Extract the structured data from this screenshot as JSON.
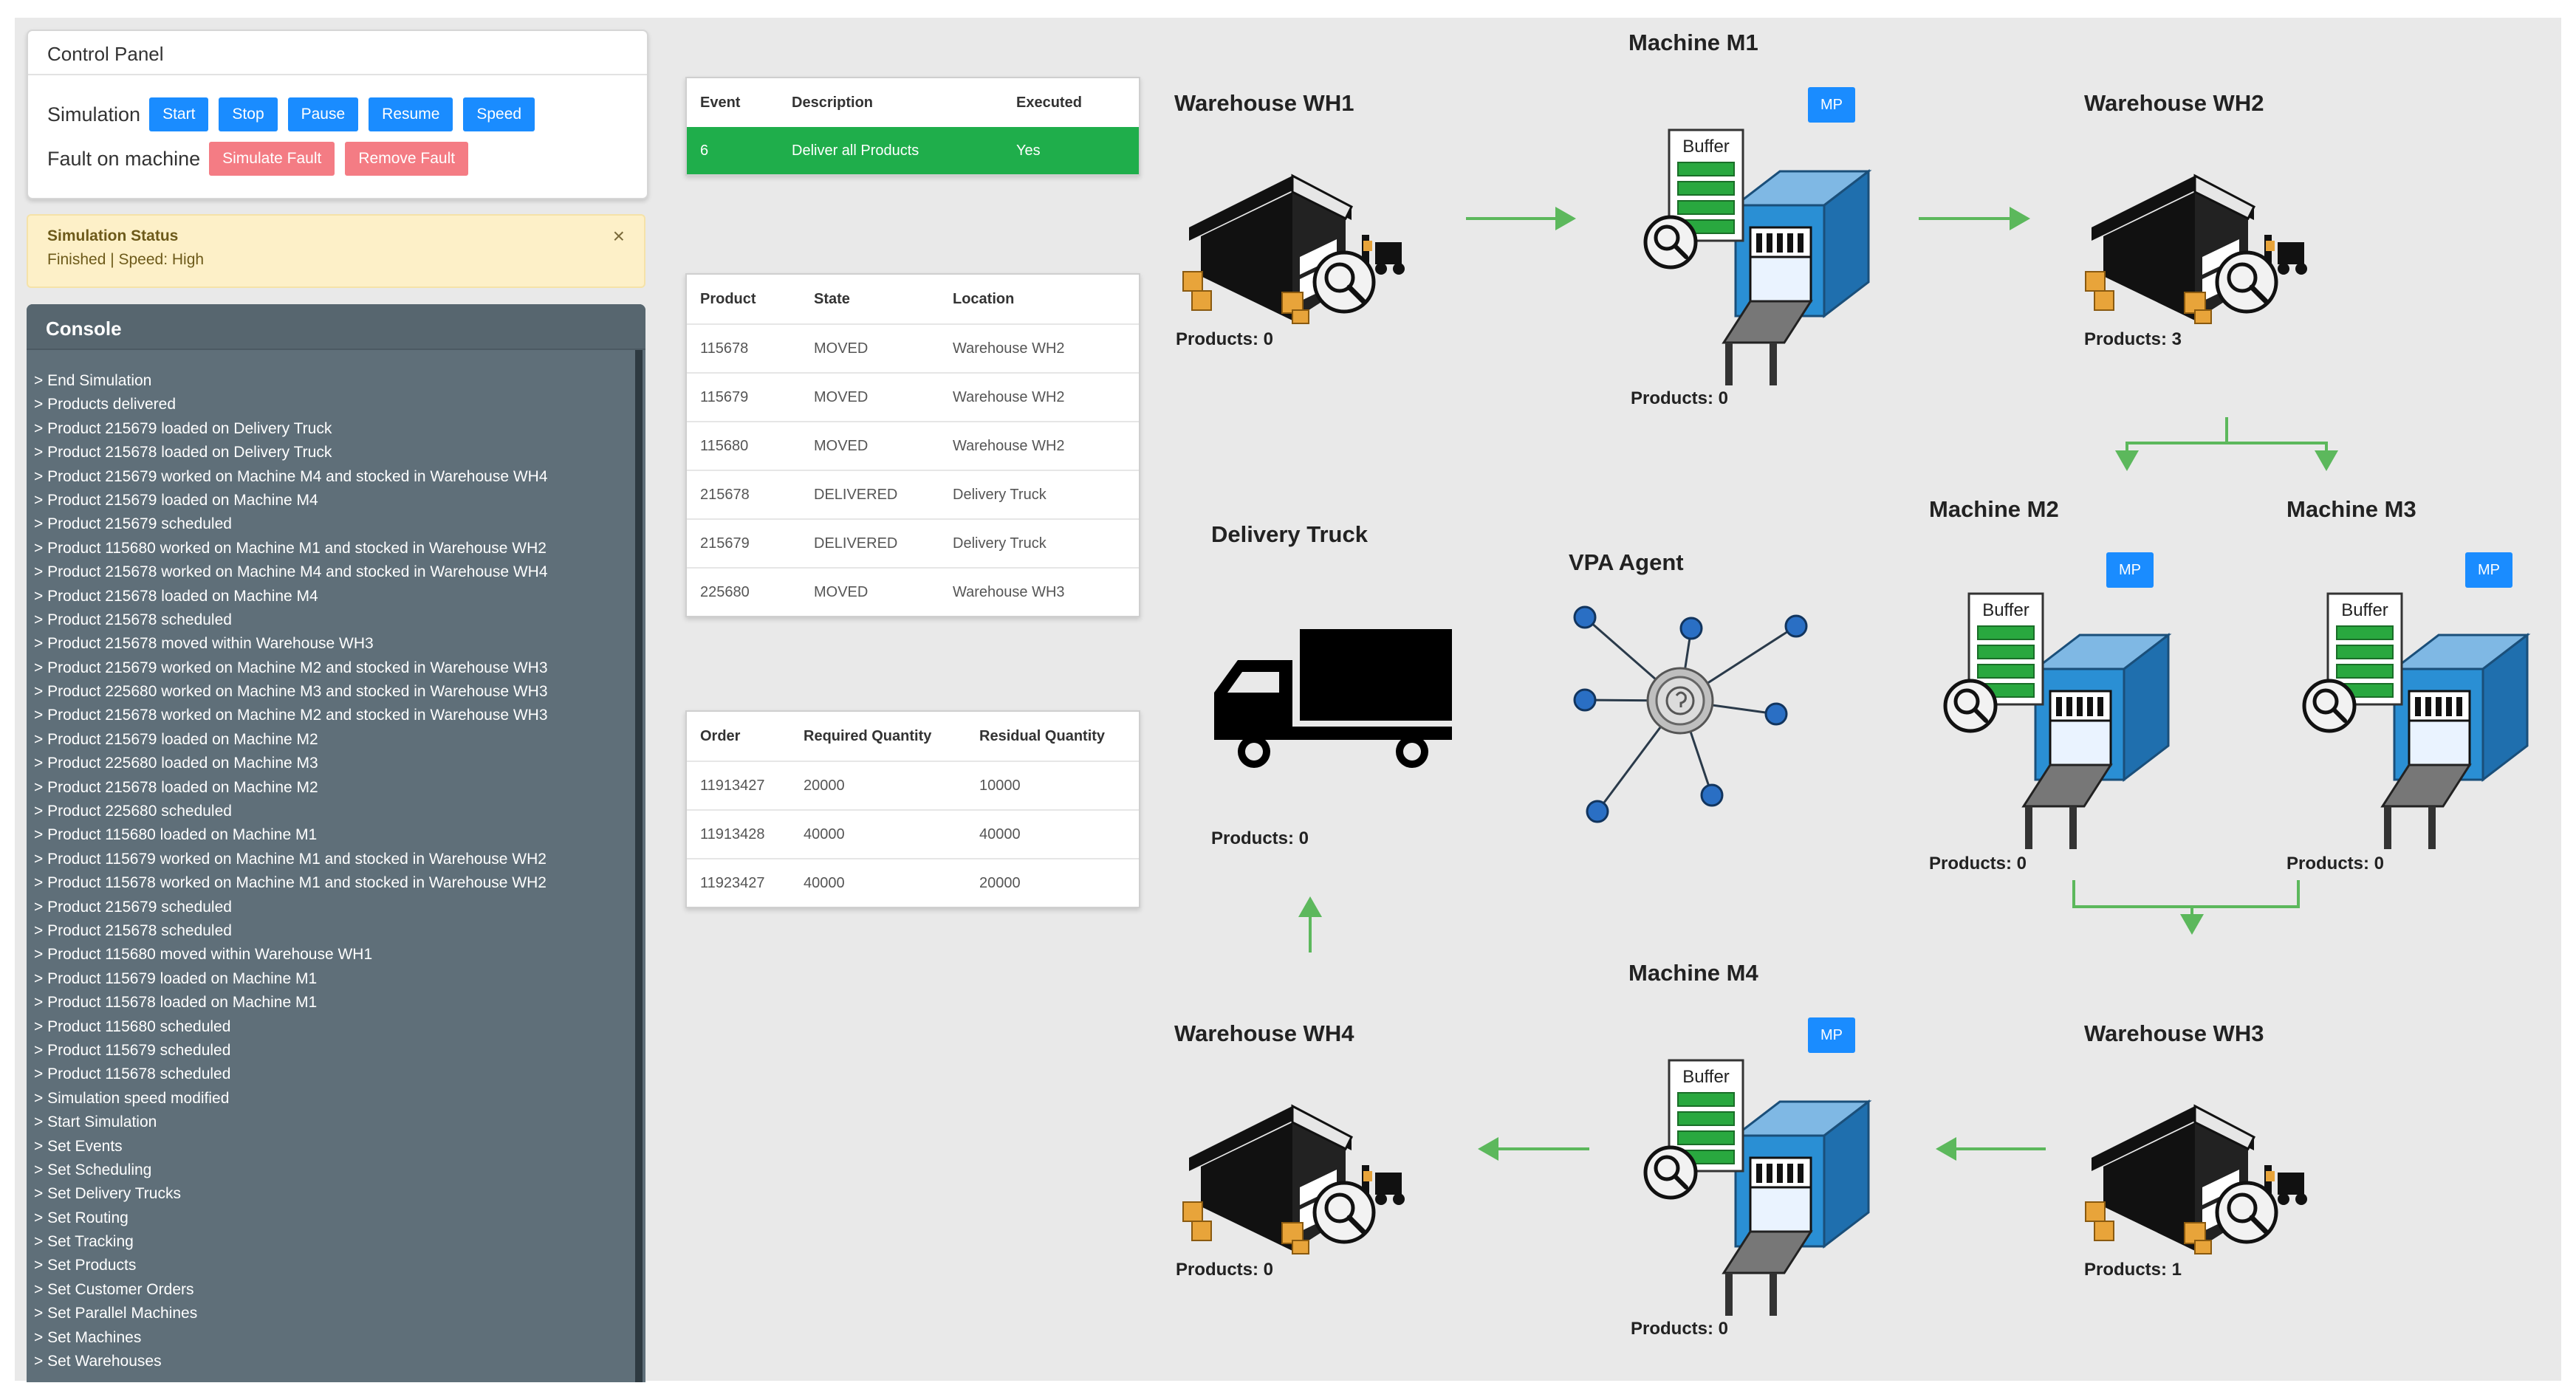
{
  "control_panel": {
    "title": "Control Panel",
    "simulation_label": "Simulation",
    "buttons": {
      "start": "Start",
      "stop": "Stop",
      "pause": "Pause",
      "resume": "Resume",
      "speed": "Speed"
    },
    "fault_label": "Fault on machine",
    "fault_buttons": {
      "simulate": "Simulate Fault",
      "remove": "Remove Fault"
    }
  },
  "status": {
    "title": "Simulation Status",
    "text": "Finished | Speed: High",
    "close": "×"
  },
  "console": {
    "title": "Console",
    "lines": [
      "> End Simulation",
      "> Products delivered",
      "> Product 215679 loaded on Delivery Truck",
      "> Product 215678 loaded on Delivery Truck",
      "> Product 215679 worked on Machine M4 and stocked in Warehouse WH4",
      "> Product 215679 loaded on Machine M4",
      "> Product 215679 scheduled",
      "> Product 115680 worked on Machine M1 and stocked in Warehouse WH2",
      "> Product 215678 worked on Machine M4 and stocked in Warehouse WH4",
      "> Product 215678 loaded on Machine M4",
      "> Product 215678 scheduled",
      "> Product 215678 moved within Warehouse WH3",
      "> Product 215679 worked on Machine M2 and stocked in Warehouse WH3",
      "> Product 225680 worked on Machine M3 and stocked in Warehouse WH3",
      "> Product 215678 worked on Machine M2 and stocked in Warehouse WH3",
      "> Product 215679 loaded on Machine M2",
      "> Product 225680 loaded on Machine M3",
      "> Product 215678 loaded on Machine M2",
      "> Product 225680 scheduled",
      "> Product 115680 loaded on Machine M1",
      "> Product 115679 worked on Machine M1 and stocked in Warehouse WH2",
      "> Product 115678 worked on Machine M1 and stocked in Warehouse WH2",
      "> Product 215679 scheduled",
      "> Product 215678 scheduled",
      "> Product 115680 moved within Warehouse WH1",
      "> Product 115679 loaded on Machine M1",
      "> Product 115678 loaded on Machine M1",
      "> Product 115680 scheduled",
      "> Product 115679 scheduled",
      "> Product 115678 scheduled",
      "> Simulation speed modified",
      "> Start Simulation",
      "> Set Events",
      "> Set Scheduling",
      "> Set Delivery Trucks",
      "> Set Routing",
      "> Set Tracking",
      "> Set Products",
      "> Set Customer Orders",
      "> Set Parallel Machines",
      "> Set Machines",
      "> Set Warehouses"
    ]
  },
  "events_table": {
    "headers": [
      "Event",
      "Description",
      "Executed"
    ],
    "rows": [
      [
        "6",
        "Deliver all Products",
        "Yes"
      ]
    ],
    "highlight_color": "#1fae4b"
  },
  "products_table": {
    "headers": [
      "Product",
      "State",
      "Location"
    ],
    "rows": [
      [
        "115678",
        "MOVED",
        "Warehouse WH2"
      ],
      [
        "115679",
        "MOVED",
        "Warehouse WH2"
      ],
      [
        "115680",
        "MOVED",
        "Warehouse WH2"
      ],
      [
        "215678",
        "DELIVERED",
        "Delivery Truck"
      ],
      [
        "215679",
        "DELIVERED",
        "Delivery Truck"
      ],
      [
        "225680",
        "MOVED",
        "Warehouse WH3"
      ]
    ]
  },
  "orders_table": {
    "headers": [
      "Order",
      "Required Quantity",
      "Residual Quantity"
    ],
    "rows": [
      [
        "11913427",
        "20000",
        "10000"
      ],
      [
        "11913428",
        "40000",
        "40000"
      ],
      [
        "11923427",
        "40000",
        "20000"
      ]
    ]
  },
  "diagram": {
    "machine_m1": {
      "title": "Machine M1",
      "products": "Products: 0",
      "badge": "MP",
      "buffer": "Buffer"
    },
    "warehouse_wh1": {
      "title": "Warehouse WH1",
      "products": "Products: 0"
    },
    "warehouse_wh2": {
      "title": "Warehouse WH2",
      "products": "Products: 3"
    },
    "machine_m2": {
      "title": "Machine M2",
      "products": "Products: 0",
      "badge": "MP",
      "buffer": "Buffer"
    },
    "machine_m3": {
      "title": "Machine M3",
      "products": "Products: 0",
      "badge": "MP",
      "buffer": "Buffer"
    },
    "delivery_truck": {
      "title": "Delivery Truck",
      "products": "Products: 0"
    },
    "vpa_agent": {
      "title": "VPA Agent"
    },
    "machine_m4": {
      "title": "Machine M4",
      "products": "Products: 0",
      "badge": "MP",
      "buffer": "Buffer"
    },
    "warehouse_wh4": {
      "title": "Warehouse WH4",
      "products": "Products: 0"
    },
    "warehouse_wh3": {
      "title": "Warehouse WH3",
      "products": "Products: 1"
    },
    "arrow_color": "#5cb85c",
    "machine_color": "#2a8fd4"
  }
}
